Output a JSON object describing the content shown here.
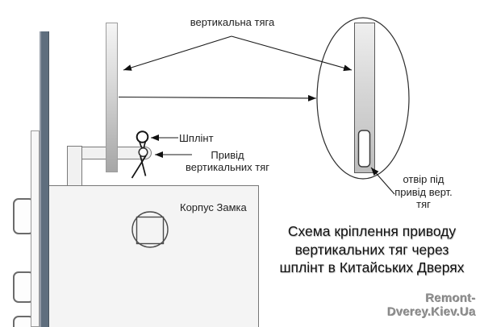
{
  "page": {
    "background": "#ffffff"
  },
  "diagram": {
    "labels": {
      "vertical_rod": "вертикальна тяга",
      "cotter_pin": "Шплінт",
      "drive_line1": "Привід",
      "drive_line2": "вертикальних тяг",
      "lock_body": "Корпус Замка",
      "hole_line1": "отвір під",
      "hole_line2": "привід верт.",
      "hole_line3": "тяг"
    },
    "caption": {
      "line1": "Схема кріплення приводу",
      "line2": "вертикальних тяг через",
      "line3": "шплінт в Китайських Дверях"
    },
    "watermark": "Remont-Dverey.Kiev.Ua",
    "colors": {
      "door_bar": "#5f6e7e",
      "metal_light": "#f5f5f5",
      "metal_dark": "#a6a6a6",
      "panel_fill": "#f4f4f4",
      "outline_gray": "#767676",
      "line_art": "#1a1a1a",
      "watermark_gray": "#8f8f8f"
    }
  }
}
